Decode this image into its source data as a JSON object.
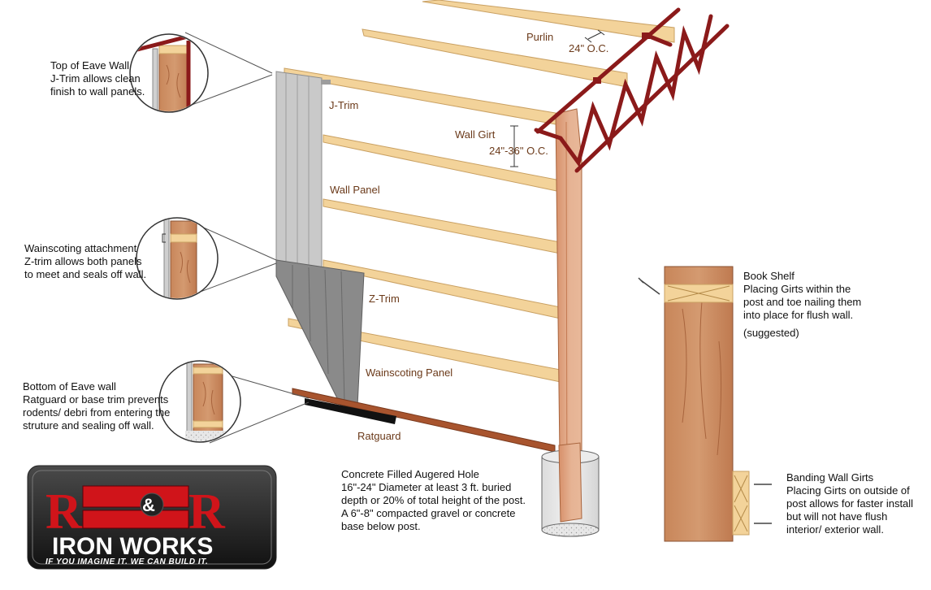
{
  "labels": {
    "purlin": "Purlin",
    "purlin_spacing": "24\" O.C.",
    "j_trim": "J-Trim",
    "wall_girt": "Wall Girt",
    "girt_spacing": "24\"-36\" O.C.",
    "wall_panel": "Wall Panel",
    "z_trim": "Z-Trim",
    "wainscoting_panel": "Wainscoting Panel",
    "ratguard": "Ratguard"
  },
  "callouts": {
    "top_eave": [
      "Top of Eave Wall",
      "J-Trim allows clean",
      "finish to wall panels."
    ],
    "wainscoting": [
      "Wainscoting attachment",
      "Z-trim allows both panels",
      "to meet and seals off wall."
    ],
    "bottom_eave": [
      "Bottom of Eave wall",
      "Ratguard or base trim prevents",
      "rodents/ debri from entering the",
      "struture and sealing off wall."
    ]
  },
  "concrete_note": [
    "Concrete Filled Augered Hole",
    "16\"-24\" Diameter at least 3 ft. buried",
    "depth or 20% of total height of the post.",
    "A 6\"-8\" compacted gravel or concrete",
    "base below post."
  ],
  "book_shelf": [
    "Book Shelf",
    "Placing Girts within the",
    "post and toe nailing them",
    "into place for flush wall."
  ],
  "book_shelf_note": "(suggested)",
  "banding": [
    "Banding Wall Girts",
    "Placing Girts on outside of",
    "post allows for faster install",
    "but will not have flush",
    "interior/ exterior wall."
  ],
  "logo": {
    "letters": "R&R",
    "left_letter": "R",
    "amp": "&",
    "right_letter": "R",
    "name": "IRON WORKS",
    "tagline": "IF YOU IMAGINE IT. WE CAN BUILD IT."
  },
  "colors": {
    "truss": "#8b1a1a",
    "lumber": "#f3d39a",
    "post": "#d99a74",
    "wall_panel": "#c9c9c9",
    "wainscot": "#8a8a8a",
    "ratguard": "#a8542e",
    "logo_red": "#d0141a"
  }
}
